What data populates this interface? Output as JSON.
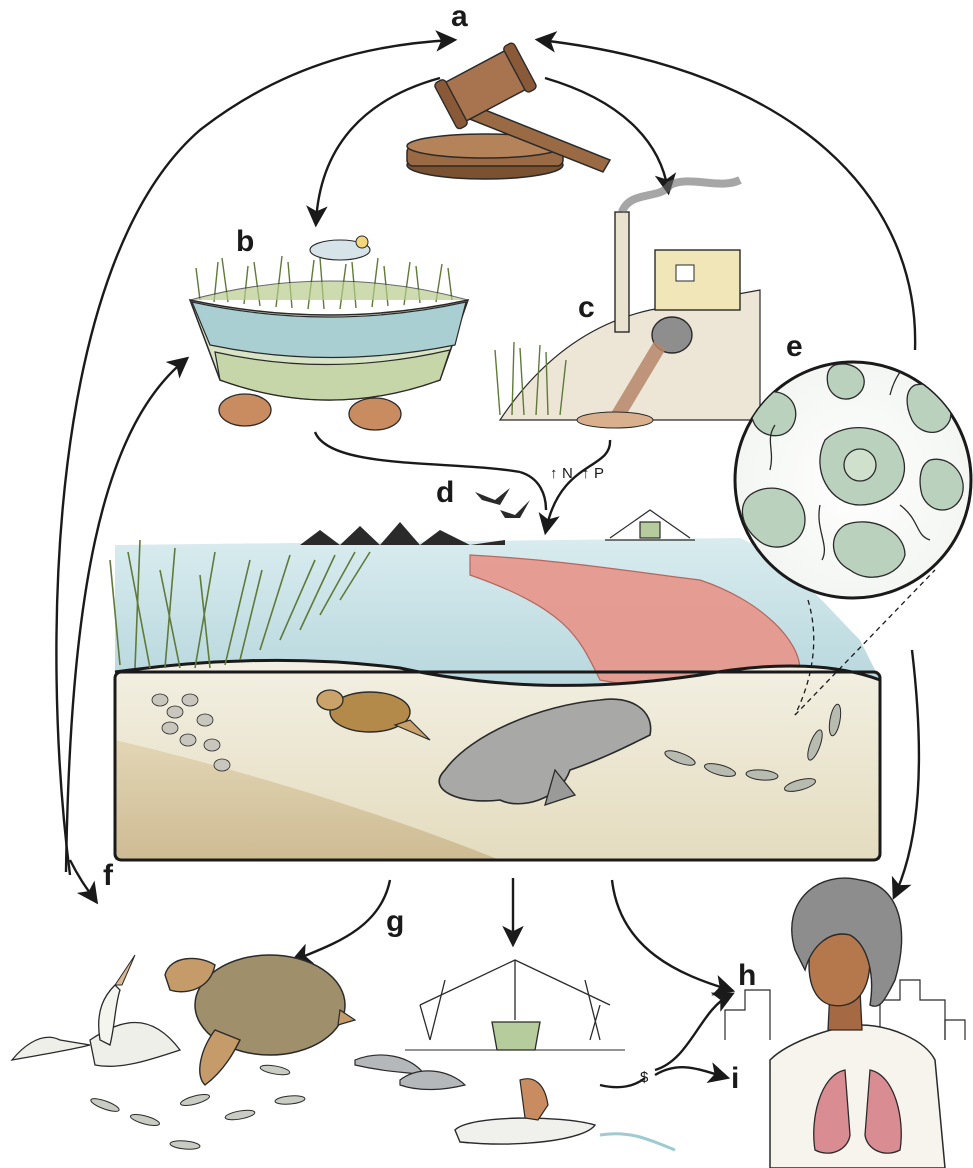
{
  "labels": {
    "a": "a",
    "b": "b",
    "c": "c",
    "d": "d",
    "e": "e",
    "f": "f",
    "g": "g",
    "h": "h",
    "i": "i"
  },
  "nutrients": {
    "n": "N",
    "p": "P",
    "up_arrow": "↑"
  },
  "money_symbol": "$",
  "colors": {
    "water": "#9fcad1",
    "water_deep": "#7fb5bf",
    "algal_bloom": "#e8958a",
    "sand": "#e6dcc0",
    "seagrass": "#a9bf86",
    "wood": "#9a6a44",
    "skin": "#c98c60",
    "cell": "#b9d1bd",
    "lung": "#d98d93"
  }
}
